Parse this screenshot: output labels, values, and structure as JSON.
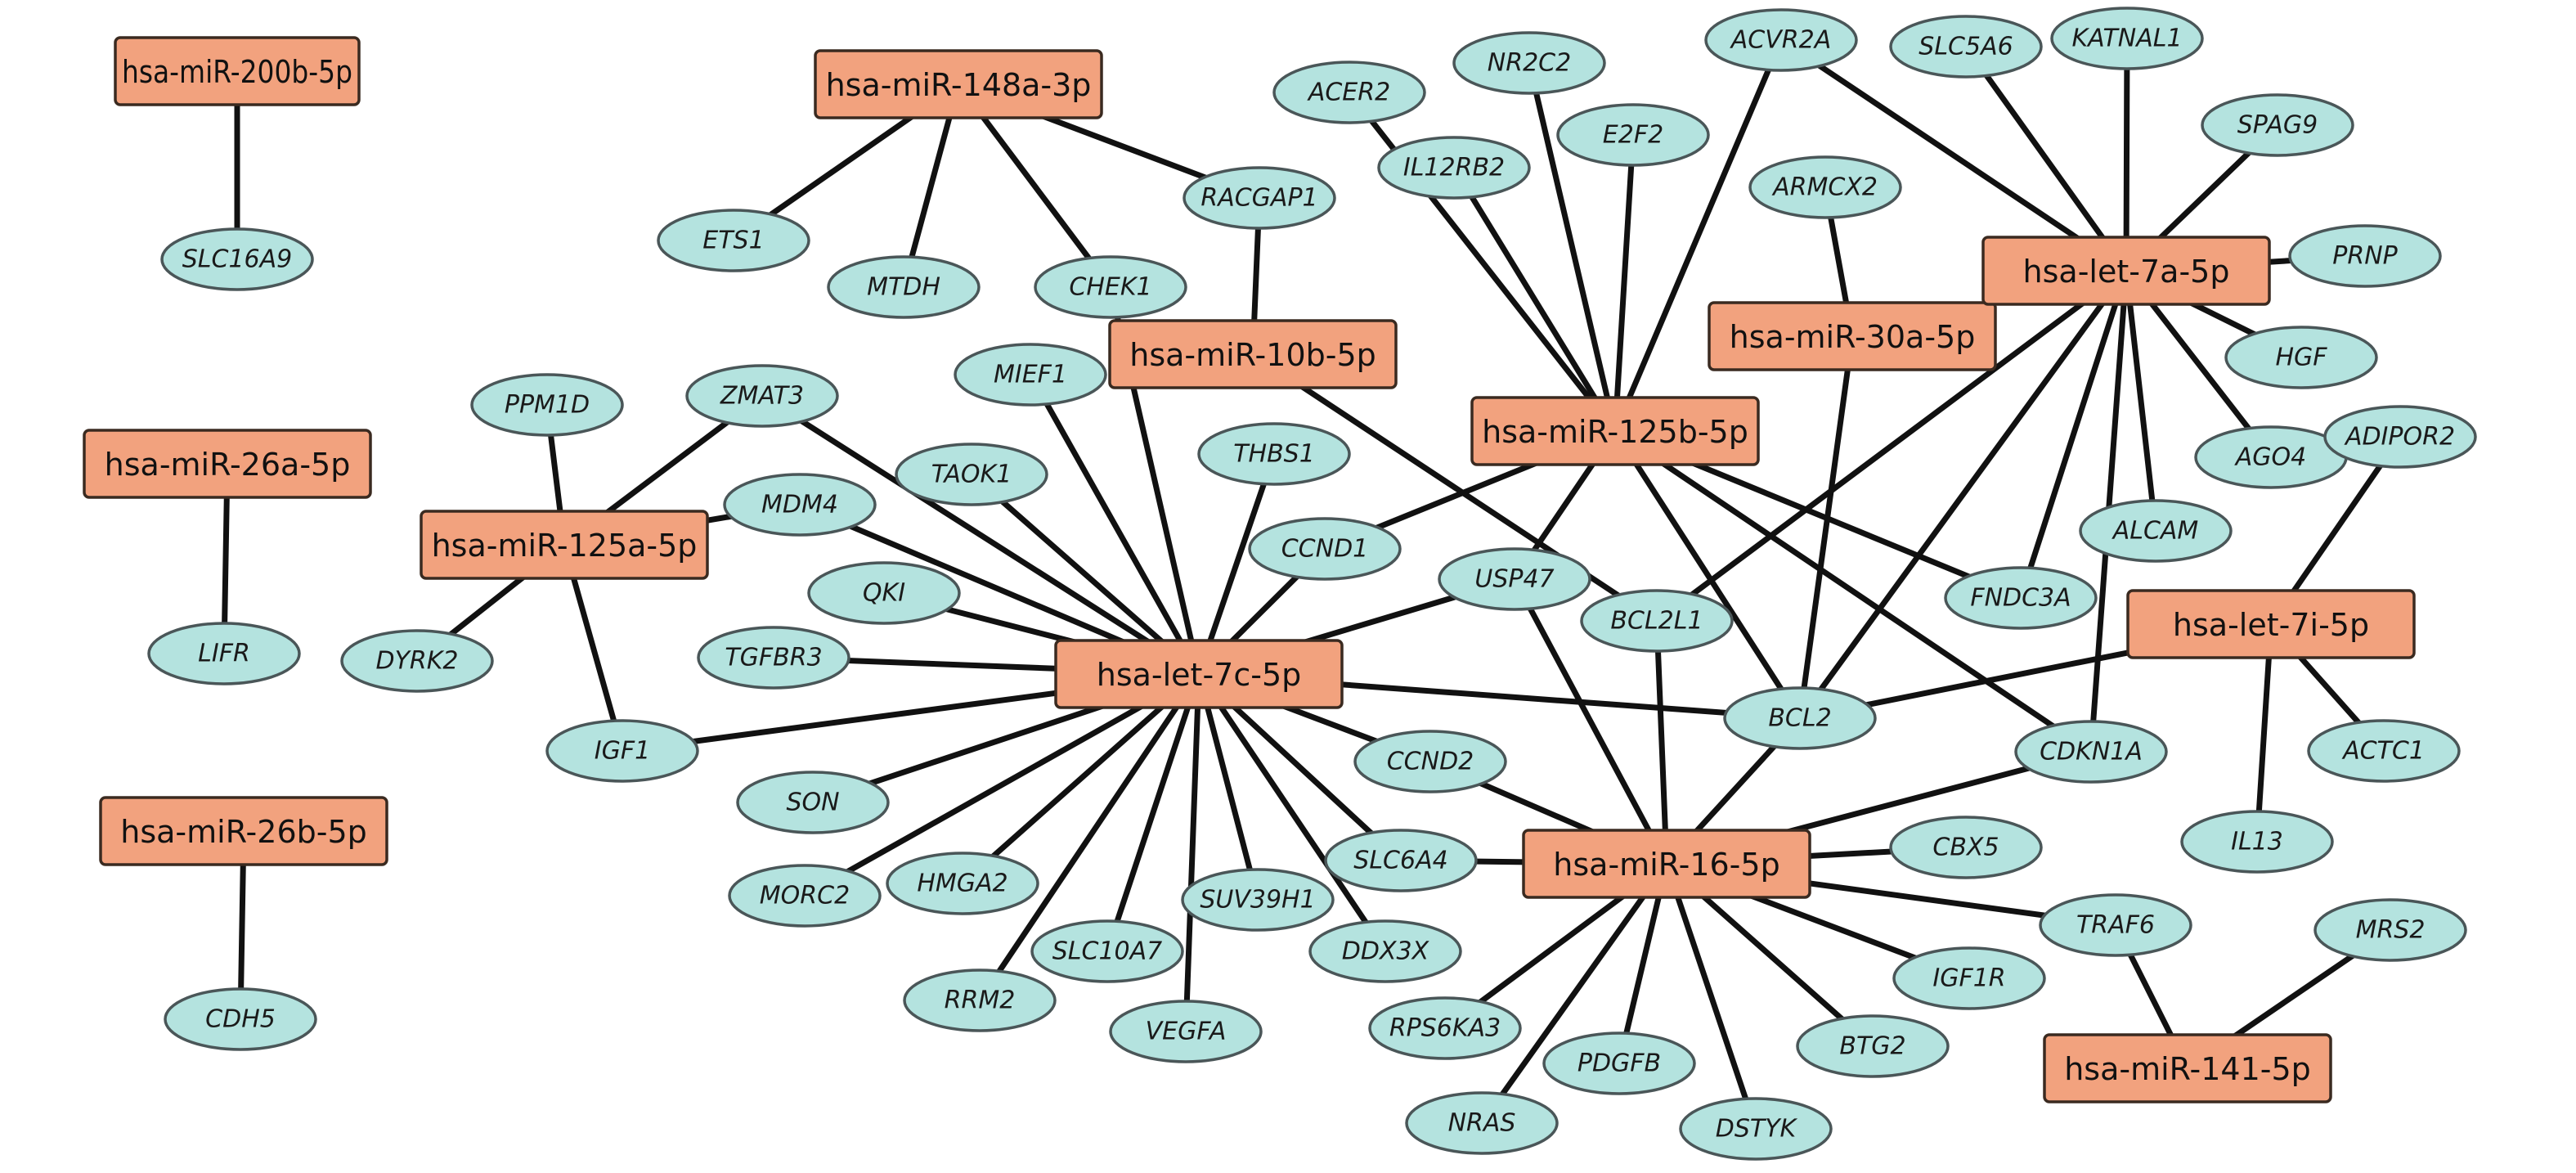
{
  "colors": {
    "mirna_fill": "#f2a27e",
    "gene_fill": "#b4e3df",
    "edge": "#111111"
  },
  "mirnas": [
    {
      "id": "m_200b",
      "label": "hsa-miR-200b-5p"
    },
    {
      "id": "m_148a",
      "label": "hsa-miR-148a-3p"
    },
    {
      "id": "m_26a",
      "label": "hsa-miR-26a-5p"
    },
    {
      "id": "m_125a",
      "label": "hsa-miR-125a-5p"
    },
    {
      "id": "m_26b",
      "label": "hsa-miR-26b-5p"
    },
    {
      "id": "m_10b",
      "label": "hsa-miR-10b-5p"
    },
    {
      "id": "m_125b",
      "label": "hsa-miR-125b-5p"
    },
    {
      "id": "m_30a",
      "label": "hsa-miR-30a-5p"
    },
    {
      "id": "let7a",
      "label": "hsa-let-7a-5p"
    },
    {
      "id": "let7c",
      "label": "hsa-let-7c-5p"
    },
    {
      "id": "let7i",
      "label": "hsa-let-7i-5p"
    },
    {
      "id": "m_16",
      "label": "hsa-miR-16-5p"
    },
    {
      "id": "m_141",
      "label": "hsa-miR-141-5p"
    }
  ],
  "genes": [
    {
      "id": "SLC16A9",
      "label": "SLC16A9"
    },
    {
      "id": "LIFR",
      "label": "LIFR"
    },
    {
      "id": "CDH5",
      "label": "CDH5"
    },
    {
      "id": "ETS1",
      "label": "ETS1"
    },
    {
      "id": "MTDH",
      "label": "MTDH"
    },
    {
      "id": "CHEK1",
      "label": "CHEK1"
    },
    {
      "id": "RACGAP1",
      "label": "RACGAP1"
    },
    {
      "id": "ACER2",
      "label": "ACER2"
    },
    {
      "id": "NR2C2",
      "label": "NR2C2"
    },
    {
      "id": "IL12RB2",
      "label": "IL12RB2"
    },
    {
      "id": "E2F2",
      "label": "E2F2"
    },
    {
      "id": "ACVR2A",
      "label": "ACVR2A"
    },
    {
      "id": "ARMCX2",
      "label": "ARMCX2"
    },
    {
      "id": "SLC5A6",
      "label": "SLC5A6"
    },
    {
      "id": "KATNAL1",
      "label": "KATNAL1"
    },
    {
      "id": "SPAG9",
      "label": "SPAG9"
    },
    {
      "id": "PRNP",
      "label": "PRNP"
    },
    {
      "id": "HGF",
      "label": "HGF"
    },
    {
      "id": "AGO4",
      "label": "AGO4"
    },
    {
      "id": "ADIPOR2",
      "label": "ADIPOR2"
    },
    {
      "id": "ALCAM",
      "label": "ALCAM"
    },
    {
      "id": "PPM1D",
      "label": "PPM1D"
    },
    {
      "id": "ZMAT3",
      "label": "ZMAT3"
    },
    {
      "id": "MIEF1",
      "label": "MIEF1"
    },
    {
      "id": "MDM4",
      "label": "MDM4"
    },
    {
      "id": "TAOK1",
      "label": "TAOK1"
    },
    {
      "id": "THBS1",
      "label": "THBS1"
    },
    {
      "id": "CCND1",
      "label": "CCND1"
    },
    {
      "id": "USP47",
      "label": "USP47"
    },
    {
      "id": "QKI",
      "label": "QKI"
    },
    {
      "id": "DYRK2",
      "label": "DYRK2"
    },
    {
      "id": "TGFBR3",
      "label": "TGFBR3"
    },
    {
      "id": "BCL2L1",
      "label": "BCL2L1"
    },
    {
      "id": "FNDC3A",
      "label": "FNDC3A"
    },
    {
      "id": "IGF1",
      "label": "IGF1"
    },
    {
      "id": "BCL2",
      "label": "BCL2"
    },
    {
      "id": "CDKN1A",
      "label": "CDKN1A"
    },
    {
      "id": "ACTC1",
      "label": "ACTC1"
    },
    {
      "id": "SON",
      "label": "SON"
    },
    {
      "id": "CCND2",
      "label": "CCND2"
    },
    {
      "id": "IL13",
      "label": "IL13"
    },
    {
      "id": "MORC2",
      "label": "MORC2"
    },
    {
      "id": "HMGA2",
      "label": "HMGA2"
    },
    {
      "id": "SUV39H1",
      "label": "SUV39H1"
    },
    {
      "id": "SLC6A4",
      "label": "SLC6A4"
    },
    {
      "id": "CBX5",
      "label": "CBX5"
    },
    {
      "id": "SLC10A7",
      "label": "SLC10A7"
    },
    {
      "id": "DDX3X",
      "label": "DDX3X"
    },
    {
      "id": "TRAF6",
      "label": "TRAF6"
    },
    {
      "id": "MRS2",
      "label": "MRS2"
    },
    {
      "id": "RRM2",
      "label": "RRM2"
    },
    {
      "id": "VEGFA",
      "label": "VEGFA"
    },
    {
      "id": "RPS6KA3",
      "label": "RPS6KA3"
    },
    {
      "id": "IGF1R",
      "label": "IGF1R"
    },
    {
      "id": "PDGFB",
      "label": "PDGFB"
    },
    {
      "id": "BTG2",
      "label": "BTG2"
    },
    {
      "id": "NRAS",
      "label": "NRAS"
    },
    {
      "id": "DSTYK",
      "label": "DSTYK"
    }
  ],
  "edges": [
    [
      "m_200b",
      "SLC16A9"
    ],
    [
      "m_26a",
      "LIFR"
    ],
    [
      "m_26b",
      "CDH5"
    ],
    [
      "m_148a",
      "ETS1"
    ],
    [
      "m_148a",
      "MTDH"
    ],
    [
      "m_148a",
      "CHEK1"
    ],
    [
      "m_148a",
      "RACGAP1"
    ],
    [
      "m_10b",
      "RACGAP1"
    ],
    [
      "m_10b",
      "BCL2L1"
    ],
    [
      "m_125a",
      "PPM1D"
    ],
    [
      "m_125a",
      "ZMAT3"
    ],
    [
      "m_125a",
      "MDM4"
    ],
    [
      "m_125a",
      "DYRK2"
    ],
    [
      "m_125a",
      "IGF1"
    ],
    [
      "m_125b",
      "ACER2"
    ],
    [
      "m_125b",
      "NR2C2"
    ],
    [
      "m_125b",
      "IL12RB2"
    ],
    [
      "m_125b",
      "E2F2"
    ],
    [
      "m_125b",
      "ACVR2A"
    ],
    [
      "m_125b",
      "CCND1"
    ],
    [
      "m_125b",
      "USP47"
    ],
    [
      "m_125b",
      "FNDC3A"
    ],
    [
      "m_125b",
      "BCL2"
    ],
    [
      "m_125b",
      "CDKN1A"
    ],
    [
      "m_30a",
      "ARMCX2"
    ],
    [
      "m_30a",
      "BCL2"
    ],
    [
      "let7a",
      "ACVR2A"
    ],
    [
      "let7a",
      "SLC5A6"
    ],
    [
      "let7a",
      "KATNAL1"
    ],
    [
      "let7a",
      "SPAG9"
    ],
    [
      "let7a",
      "PRNP"
    ],
    [
      "let7a",
      "HGF"
    ],
    [
      "let7a",
      "AGO4"
    ],
    [
      "let7a",
      "ALCAM"
    ],
    [
      "let7a",
      "FNDC3A"
    ],
    [
      "let7a",
      "BCL2L1"
    ],
    [
      "let7a",
      "BCL2"
    ],
    [
      "let7a",
      "CDKN1A"
    ],
    [
      "let7i",
      "ADIPOR2"
    ],
    [
      "let7i",
      "BCL2"
    ],
    [
      "let7i",
      "ACTC1"
    ],
    [
      "let7i",
      "IL13"
    ],
    [
      "let7c",
      "ZMAT3"
    ],
    [
      "let7c",
      "MIEF1"
    ],
    [
      "let7c",
      "MDM4"
    ],
    [
      "let7c",
      "TAOK1"
    ],
    [
      "let7c",
      "THBS1"
    ],
    [
      "let7c",
      "CHEK1"
    ],
    [
      "let7c",
      "CCND1"
    ],
    [
      "let7c",
      "USP47"
    ],
    [
      "let7c",
      "QKI"
    ],
    [
      "let7c",
      "TGFBR3"
    ],
    [
      "let7c",
      "BCL2"
    ],
    [
      "let7c",
      "IGF1"
    ],
    [
      "let7c",
      "SON"
    ],
    [
      "let7c",
      "CCND2"
    ],
    [
      "let7c",
      "MORC2"
    ],
    [
      "let7c",
      "HMGA2"
    ],
    [
      "let7c",
      "SUV39H1"
    ],
    [
      "let7c",
      "SLC6A4"
    ],
    [
      "let7c",
      "SLC10A7"
    ],
    [
      "let7c",
      "DDX3X"
    ],
    [
      "let7c",
      "RRM2"
    ],
    [
      "let7c",
      "VEGFA"
    ],
    [
      "m_16",
      "CCND2"
    ],
    [
      "m_16",
      "SLC6A4"
    ],
    [
      "m_16",
      "CBX5"
    ],
    [
      "m_16",
      "TRAF6"
    ],
    [
      "m_16",
      "IGF1R"
    ],
    [
      "m_16",
      "BTG2"
    ],
    [
      "m_16",
      "DSTYK"
    ],
    [
      "m_16",
      "PDGFB"
    ],
    [
      "m_16",
      "NRAS"
    ],
    [
      "m_16",
      "RPS6KA3"
    ],
    [
      "m_16",
      "USP47"
    ],
    [
      "m_16",
      "BCL2L1"
    ],
    [
      "m_16",
      "BCL2"
    ],
    [
      "m_16",
      "CDKN1A"
    ],
    [
      "m_141",
      "TRAF6"
    ],
    [
      "m_141",
      "MRS2"
    ]
  ]
}
